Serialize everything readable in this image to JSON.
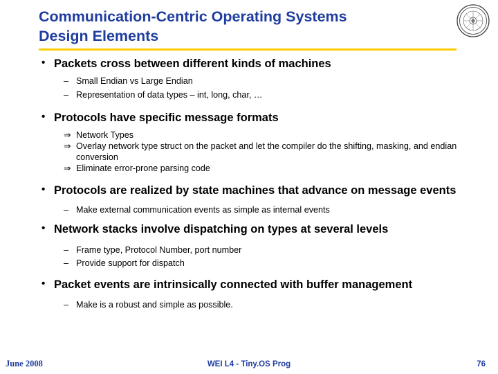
{
  "slide": {
    "title_line1": "Communication-Centric Operating Systems",
    "title_line2": "Design Elements",
    "accent_color": "#FFCC00",
    "title_color": "#1F3DA0",
    "bullet_char": "•",
    "dash_char": "–",
    "arrow_char": "⇒",
    "content": [
      {
        "level1": "Packets cross between different kinds of machines",
        "sub": [
          {
            "marker": "dash",
            "text": "Small Endian vs Large Endian"
          },
          {
            "marker": "dash",
            "text": "Representation of data types – int, long, char, …"
          }
        ]
      },
      {
        "level1": "Protocols have specific message formats",
        "sub": [
          {
            "marker": "arrow",
            "text": "Network Types"
          },
          {
            "marker": "arrow",
            "text": "Overlay network type struct on the packet and let the compiler do the shifting, masking, and endian conversion"
          },
          {
            "marker": "arrow",
            "text": "Eliminate error-prone parsing code"
          }
        ]
      },
      {
        "level1": "Protocols are realized by state machines that advance on message events",
        "sub": [
          {
            "marker": "dash",
            "text": "Make external communication events as simple as internal events"
          }
        ]
      },
      {
        "level1": "Network stacks involve dispatching on types at several levels",
        "sub": [
          {
            "marker": "dash",
            "text": "Frame type, Protocol Number, port number"
          },
          {
            "marker": "dash",
            "text": "Provide support for dispatch"
          }
        ]
      },
      {
        "level1": "Packet events are intrinsically connected with buffer management",
        "sub": [
          {
            "marker": "dash",
            "text": "Make is a robust and simple as possible."
          }
        ]
      }
    ]
  },
  "footer": {
    "date": "June 2008",
    "center": "WEI L4 - Tiny.OS Prog",
    "page": "76"
  },
  "logo": {
    "name": "university-seal-logo"
  }
}
